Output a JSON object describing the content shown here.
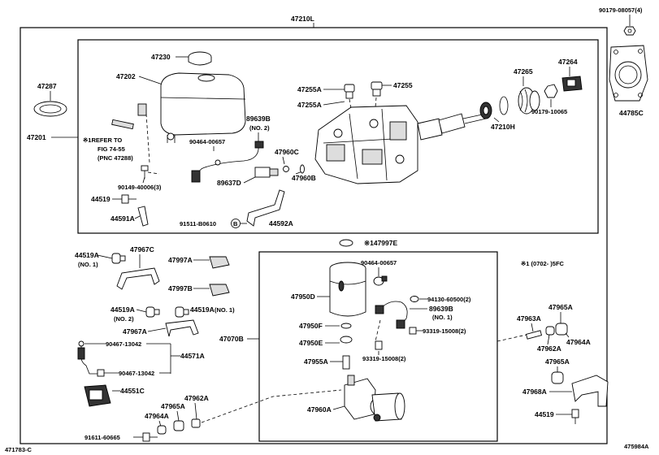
{
  "labels": {
    "p47210L": "47210L",
    "p90179_08057": "90179-08057(4)",
    "p44785C": "44785C",
    "p47287": "47287",
    "p47201": "47201",
    "p47230": "47230",
    "p47202": "47202",
    "p89639B_a": "89639B",
    "p89639B_a_note": "(NO. 2)",
    "p90464_00657_a": "90464-00657",
    "refer1": "※1REFER TO",
    "refer2": "FIG 74-55",
    "refer3": "(PNC 47288)",
    "p90149_40006": "90149-40006(3)",
    "p44519_a": "44519",
    "p44591A": "44591A",
    "p91511_B0610": "91511-B0610",
    "circleB_a": "B",
    "p44592A": "44592A",
    "p89637D": "89637D",
    "p47960C": "47960C",
    "p47960B": "47960B",
    "p47255A_a": "47255A",
    "p47255A_b": "47255A",
    "p47255": "47255",
    "p47265": "47265",
    "p47264": "47264",
    "p47210H": "47210H",
    "p90179_10065": "90179-10065",
    "p47997E": "※147997E",
    "p44519A_a": "44519A",
    "p44519A_a_note": "(NO. 1)",
    "p47967C": "47967C",
    "p47997A": "47997A",
    "p47997B": "47997B",
    "p44519A_b": "44519A",
    "p44519A_b_note": "(NO. 2)",
    "p44519A_c": "44519A",
    "p44519A_c_note": "(NO. 1)",
    "p47967A": "47967A",
    "p90467_13042_a": "90467-13042",
    "p44571A": "44571A",
    "p90467_13042_b": "90467-13042",
    "p44551C": "44551C",
    "p47965A_a": "47965A",
    "p47962A_a": "47962A",
    "p47964A_a": "47964A",
    "p91611_60665": "91611-60665",
    "p47070B": "47070B",
    "p47950D": "47950D",
    "p90464_00657_b": "90464-00657",
    "p94130_60500": "94130-60500(2)",
    "p89639B_b": "89639B",
    "p89639B_b_note": "(NO. 1)",
    "p93319_15008_a": "93319-15008(2)",
    "p93319_15008_b": "93319-15008(2)",
    "p47950F": "47950F",
    "p47950E": "47950E",
    "p47955A": "47955A",
    "p47960A": "47960A",
    "note_5FC": "※1 (0702-    )5FC",
    "p47963A": "47963A",
    "p47965A_b": "47965A",
    "p47962A_b": "47962A",
    "p47964A_b": "47964A",
    "p47965A_c": "47965A",
    "p47968A": "47968A",
    "p44519_b": "44519",
    "corner_left": "471783-C",
    "corner_right": "475984A"
  }
}
